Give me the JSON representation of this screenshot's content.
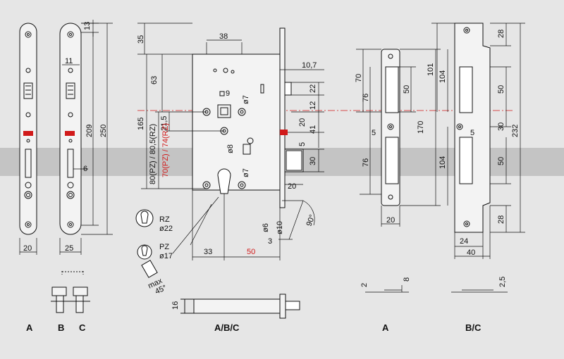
{
  "colors": {
    "background": "#e6e6e6",
    "band": "#c4c4c4",
    "part": "#f3f3f3",
    "stroke": "#111111",
    "accent_red": "#d11a1a"
  },
  "strips": {
    "h_13": "13",
    "w_11": "11",
    "h_209": "209",
    "h_250": "250",
    "w_6": "6",
    "w_20": "20",
    "w_25": "25",
    "label_A": "A",
    "label_B": "B",
    "label_C": "C"
  },
  "lockbody": {
    "d_35": "35",
    "d_38": "38",
    "d_10_7": "10,7",
    "d_63": "63",
    "d_9": "9",
    "d_o7_top": "ø7",
    "d_22": "22",
    "d_12": "12",
    "d_21_5": "21,5",
    "d_20_latch": "20",
    "d_41": "41",
    "d_165": "165",
    "d_o8": "ø8",
    "d_5": "5",
    "d_30": "30",
    "d_80pz": "80(PZ) / 80,5(RZ)",
    "d_70pz": "70(PZ) / 74(RZ)",
    "d_o7_bottom": "ø7",
    "d_20_bottom": "20",
    "rz_label": "RZ",
    "rz_size": "ø22",
    "pz_label": "PZ",
    "pz_size": "ø17",
    "max_label": "max",
    "angle_45": "45°",
    "d_33": "33",
    "d_50": "50",
    "d_o6": "ø6",
    "d_o10": "ø10",
    "d_3": "3",
    "angle_90": "90°",
    "d_16": "16",
    "label": "A/B/C"
  },
  "strikeA": {
    "d_70": "70",
    "d_76_top": "76",
    "d_50": "50",
    "d_5": "5",
    "d_170": "170",
    "d_76_bottom": "76",
    "d_20": "20",
    "d_2": "2",
    "d_8": "8",
    "label": "A"
  },
  "strikeBC": {
    "d_101": "101",
    "d_104_top": "104",
    "d_28_top": "28",
    "d_50_top": "50",
    "d_5": "5",
    "d_30": "30",
    "d_232": "232",
    "d_104_bottom": "104",
    "d_50_bottom": "50",
    "d_28_bottom": "28",
    "d_24": "24",
    "d_40": "40",
    "d_2_5": "2,5",
    "label": "B/C"
  }
}
